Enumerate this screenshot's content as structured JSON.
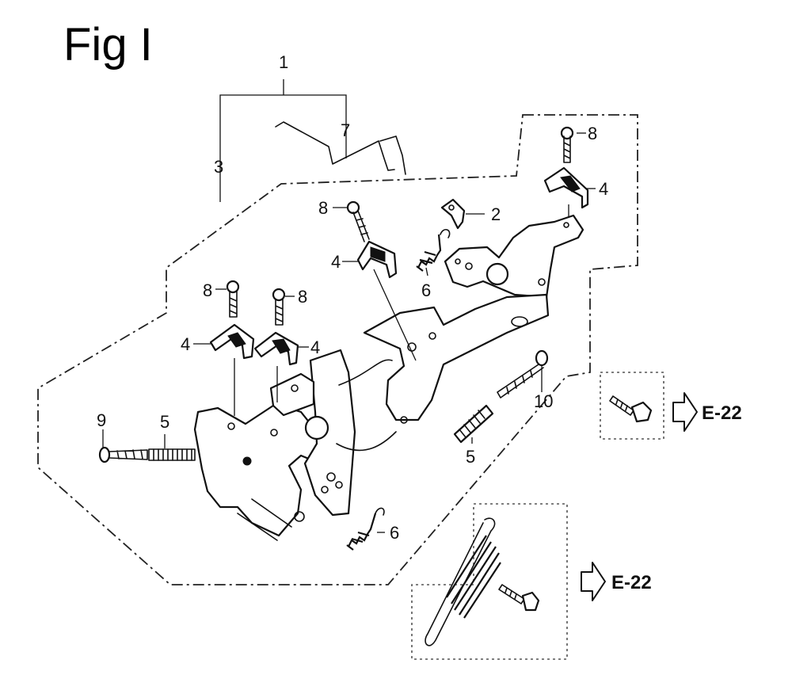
{
  "figure": {
    "title": "Fig I"
  },
  "callouts": {
    "c1": "1",
    "c2": "2",
    "c3": "3",
    "c4a": "4",
    "c4b": "4",
    "c4c": "4",
    "c4d": "4",
    "c5a": "5",
    "c5b": "5",
    "c6a": "6",
    "c6b": "6",
    "c7": "7",
    "c8a": "8",
    "c8b": "8",
    "c8c": "8",
    "c8d": "8",
    "c9": "9",
    "c10": "10"
  },
  "references": {
    "ref_bolt": "E-22",
    "ref_spring": "E-22"
  }
}
